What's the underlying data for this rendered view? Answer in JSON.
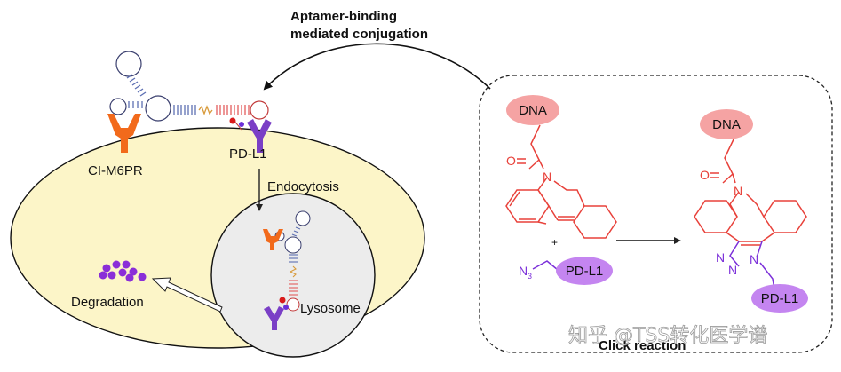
{
  "title_line1": "Aptamer-binding",
  "title_line2": "mediated conjugation",
  "receptor_left": "CI-M6PR",
  "receptor_right": "PD-L1",
  "step_endocytosis": "Endocytosis",
  "organelle": "Lysosome",
  "outcome": "Degradation",
  "box_label": "Click reaction",
  "reactant_dna": "DNA",
  "reactant_protein": "PD-L1",
  "reactant_plus": "+",
  "reactant_azide_n": "N",
  "reactant_azide_sub": "3",
  "reactant_carbonyl_o": "O",
  "reactant_amide_n": "N",
  "product_dna": "DNA",
  "product_protein": "PD-L1",
  "product_carbonyl_o": "O",
  "product_amide_n": "N",
  "triazole_n1": "N",
  "triazole_n2": "N",
  "triazole_n3": "N",
  "watermark": "知乎 @TSS转化医学谱",
  "colors": {
    "cell_fill": "#fcf5c8",
    "lysosome_fill": "#ececec",
    "chem_red": "#e8413a",
    "dna_bubble": "#f5a3a3",
    "protein_bubble": "#c485f0",
    "azide_purple": "#7b2fd9",
    "aptamer_blue": "#5d6fb2",
    "aptamer_red": "#e35d5d",
    "ci_m6pr": "#f26a1b",
    "pd_l1_receptor": "#7a3fc6",
    "degraded_dots": "#8a2ed8"
  }
}
